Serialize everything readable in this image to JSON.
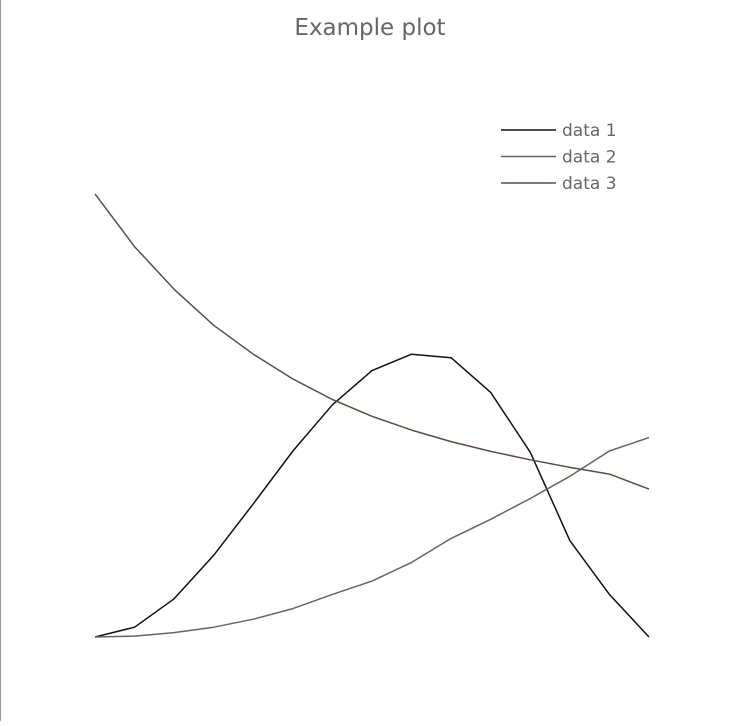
{
  "chart_data": {
    "type": "line",
    "title": "Example plot",
    "xlabel": "",
    "ylabel": "",
    "grid": false,
    "axes_visible": false,
    "legend_position": "top-right",
    "xlim": [
      0,
      14
    ],
    "ylim": [
      0,
      1
    ],
    "x": [
      0,
      1,
      2,
      3,
      4,
      5,
      6,
      7,
      8,
      9,
      10,
      11,
      12,
      13,
      14
    ],
    "series": [
      {
        "name": "data 1",
        "color": "#111111",
        "values": [
          0.0,
          0.022,
          0.086,
          0.184,
          0.3,
          0.419,
          0.523,
          0.6,
          0.637,
          0.629,
          0.551,
          0.416,
          0.217,
          0.096,
          0.0
        ]
      },
      {
        "name": "data 2",
        "color": "#646464",
        "values": [
          0.0,
          0.002,
          0.01,
          0.022,
          0.04,
          0.064,
          0.096,
          0.126,
          0.168,
          0.222,
          0.265,
          0.312,
          0.362,
          0.419,
          0.449
        ]
      },
      {
        "name": "data 3",
        "color": "#5a4e48",
        "values": [
          0.998,
          0.879,
          0.783,
          0.702,
          0.637,
          0.581,
          0.535,
          0.497,
          0.466,
          0.44,
          0.418,
          0.399,
          0.382,
          0.367,
          0.333
        ]
      }
    ]
  }
}
